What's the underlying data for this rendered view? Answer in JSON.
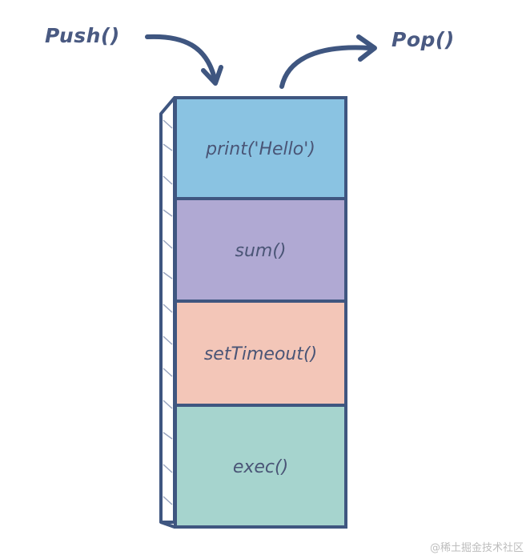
{
  "labels": {
    "push": "Push()",
    "pop": "Pop()"
  },
  "stack": {
    "frames": [
      {
        "label": "print('Hello')",
        "color": "#8ac3e2"
      },
      {
        "label": "sum()",
        "color": "#b0a9d3"
      },
      {
        "label": "setTimeout()",
        "color": "#f3c6b8"
      },
      {
        "label": "exec()",
        "color": "#a6d4ce"
      }
    ],
    "outline_color": "#3f5680"
  },
  "watermark": "@稀土掘金技术社区"
}
